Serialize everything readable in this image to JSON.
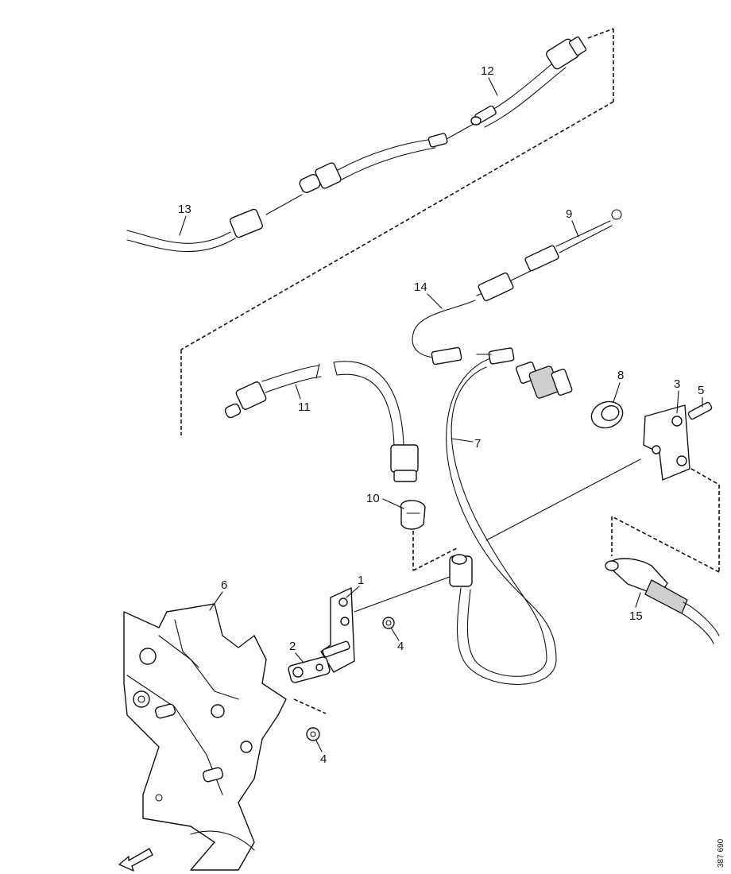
{
  "callouts": {
    "c1": "1",
    "c2": "2",
    "c3": "3",
    "c4a": "4",
    "c4b": "4",
    "c5": "5",
    "c6": "6",
    "c7": "7",
    "c8": "8",
    "c9": "9",
    "c10": "10",
    "c11": "11",
    "c12": "12",
    "c13": "13",
    "c14": "14",
    "c15": "15"
  },
  "reference_number": "387 690",
  "icons": {
    "direction_arrow": "front-direction-arrow-icon"
  }
}
